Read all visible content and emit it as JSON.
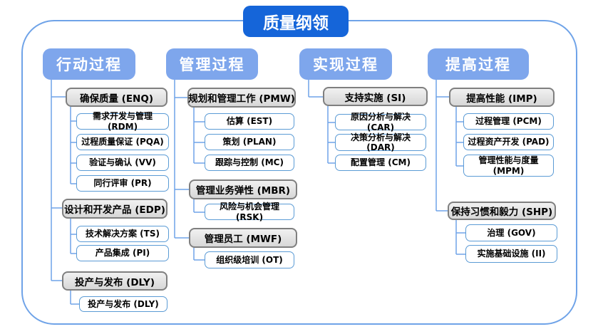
{
  "title": "质量纲领",
  "colors": {
    "title_bg": "#1565d9",
    "header_bg": "#7ea6ec",
    "group_fill": "#e0e0e0",
    "group_border": "#7f7f7f",
    "leaf_border": "#5b9bd5",
    "connector_line": "#6fa3e8",
    "frame_border": "#6fa3e8"
  },
  "columns": [
    {
      "label": "行动过程",
      "groups": [
        {
          "label": "确保质量 (ENQ)",
          "children": [
            "需求开发与管理 (RDM)",
            "过程质量保证 (PQA)",
            "验证与确认 (VV)",
            "同行评审 (PR)"
          ]
        },
        {
          "label": "设计和开发产品 (EDP)",
          "children": [
            "技术解决方案 (TS)",
            "产品集成 (PI)"
          ]
        },
        {
          "label": "投产与发布 (DLY)",
          "children": [
            "投产与发布 (DLY)"
          ]
        }
      ]
    },
    {
      "label": "管理过程",
      "groups": [
        {
          "label": "规划和管理工作 (PMW)",
          "children": [
            "估算 (EST)",
            "策划 (PLAN)",
            "跟踪与控制 (MC)"
          ]
        },
        {
          "label": "管理业务弹性 (MBR)",
          "children": [
            "风险与机会管理 (RSK)"
          ]
        },
        {
          "label": "管理员工 (MWF)",
          "children": [
            "组织级培训 (OT)"
          ]
        }
      ]
    },
    {
      "label": "实现过程",
      "groups": [
        {
          "label": "支持实施 (SI)",
          "children": [
            "原因分析与解决 (CAR)",
            "决策分析与解决 (DAR)",
            "配置管理 (CM)"
          ]
        }
      ]
    },
    {
      "label": "提高过程",
      "groups": [
        {
          "label": "提高性能 (IMP)",
          "children": [
            "过程管理 (PCM)",
            "过程资产开发 (PAD)",
            "管理性能与度量 (MPM)"
          ]
        },
        {
          "label": "保持习惯和毅力 (SHP)",
          "children": [
            "治理 (GOV)",
            "实施基础设施 (II)"
          ]
        }
      ]
    }
  ]
}
